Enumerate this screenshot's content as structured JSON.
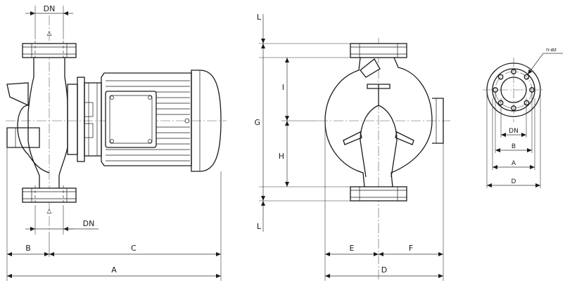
{
  "labels": {
    "dn": "DN",
    "a": "A",
    "b": "B",
    "c": "C",
    "d": "D",
    "e": "E",
    "f": "F",
    "g": "G",
    "h": "H",
    "i": "I",
    "l": "L",
    "nz": "n-øz",
    "triangle": "△"
  }
}
